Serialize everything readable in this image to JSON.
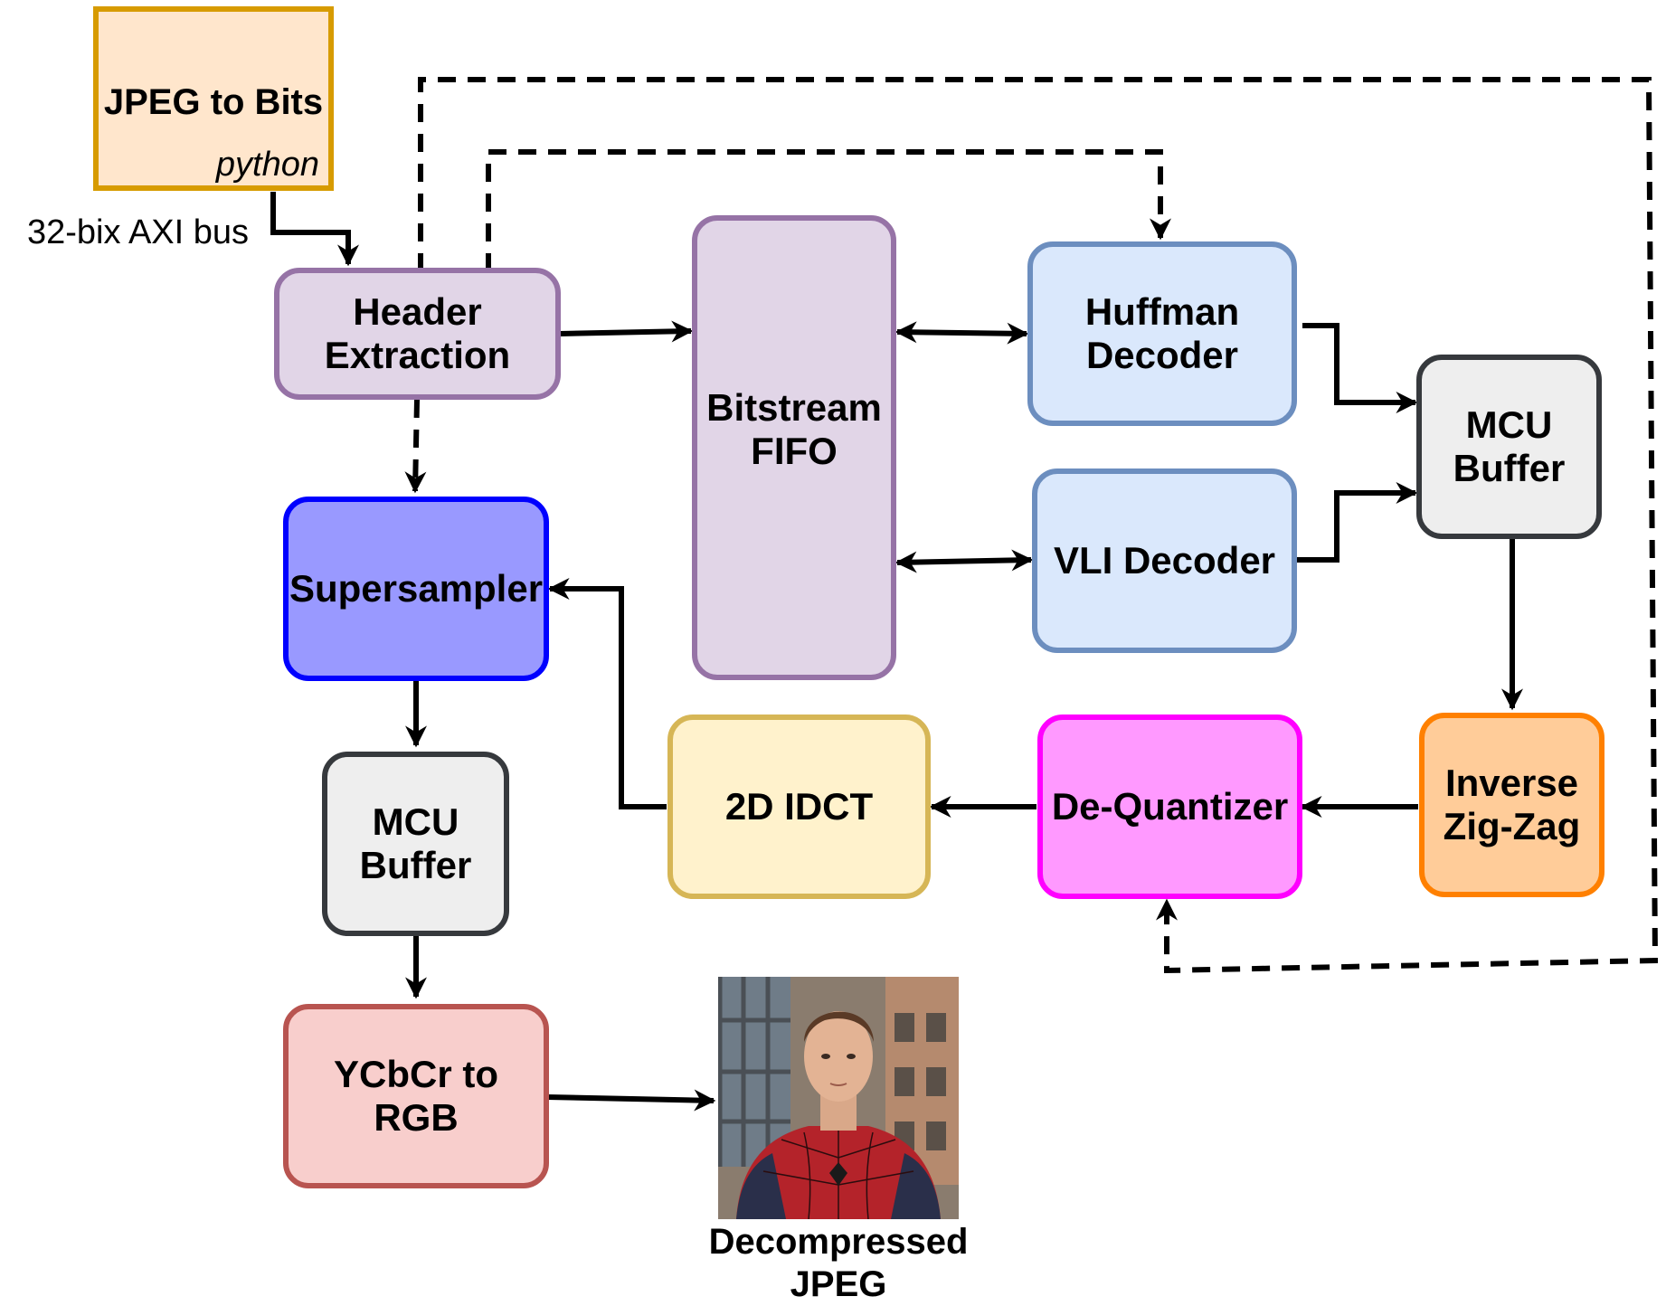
{
  "source_box": {
    "title": "JPEG to Bits",
    "subtitle": "python",
    "border_color": "#d79b00",
    "fill_color": "#ffe6cc"
  },
  "bus_label": "32-bix AXI bus",
  "blocks": {
    "header_extraction": {
      "label": "Header\nExtraction",
      "fill": "#e1d5e7",
      "border": "#9673a6"
    },
    "bitstream_fifo": {
      "label": "Bitstream\nFIFO",
      "fill": "#e1d5e7",
      "border": "#9673a6"
    },
    "huffman_decoder": {
      "label": "Huffman\nDecoder",
      "fill": "#dae8fc",
      "border": "#6c8ebf"
    },
    "vli_decoder": {
      "label": "VLI Decoder",
      "fill": "#dae8fc",
      "border": "#6c8ebf"
    },
    "mcu_buffer_right": {
      "label": "MCU\nBuffer",
      "fill": "#eeeeee",
      "border": "#36393d"
    },
    "inverse_zigzag": {
      "label": "Inverse\nZig-Zag",
      "fill": "#ffcc99",
      "border": "#ff8000"
    },
    "dequantizer": {
      "label": "De-Quantizer",
      "fill": "#ff99ff",
      "border": "#ff00ff"
    },
    "idct_2d": {
      "label": "2D IDCT",
      "fill": "#fff2cc",
      "border": "#d6b656"
    },
    "supersampler": {
      "label": "Supersampler",
      "fill": "#9999ff",
      "border": "#0000ff"
    },
    "mcu_buffer_left": {
      "label": "MCU\nBuffer",
      "fill": "#eeeeee",
      "border": "#36393d"
    },
    "ycbcr_to_rgb": {
      "label": "YCbCr to RGB",
      "fill": "#f8cecc",
      "border": "#b85450"
    }
  },
  "output": {
    "caption": "Decompressed\nJPEG"
  }
}
